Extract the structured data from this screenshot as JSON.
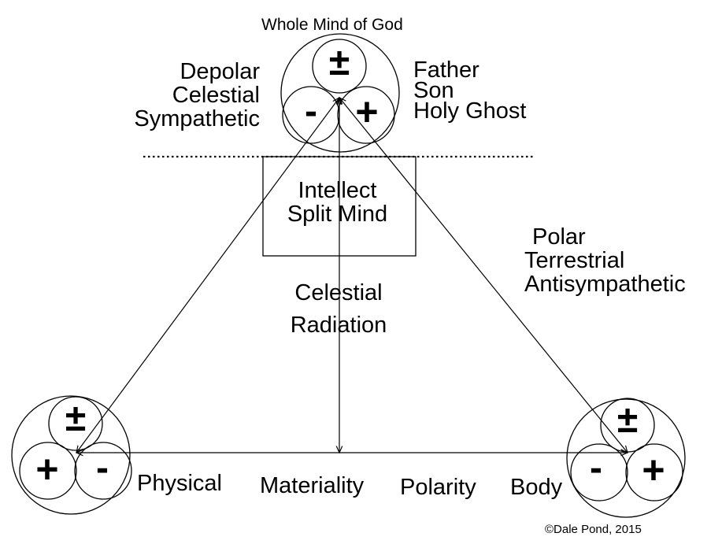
{
  "title": "Whole Mind of God",
  "top_left_labels": [
    "Depolar",
    "Celestial",
    "Sympathetic"
  ],
  "top_right_labels": [
    "Father",
    "Son",
    "Holy Ghost"
  ],
  "box_labels": [
    "Intellect",
    "Split Mind"
  ],
  "center_labels": [
    "Celestial",
    "Radiation"
  ],
  "right_labels": [
    "Polar",
    "Terrestrial",
    "Antisympathetic"
  ],
  "bottom_labels": {
    "physical": "Physical",
    "materiality": "Materiality",
    "polarity": "Polarity",
    "body": "Body"
  },
  "symbols": {
    "plus_minus": "±",
    "plus": "+",
    "minus": "-"
  },
  "copyright": "©Dale Pond, 2015",
  "colors": {
    "stroke": "#000000",
    "background": "#ffffff"
  }
}
